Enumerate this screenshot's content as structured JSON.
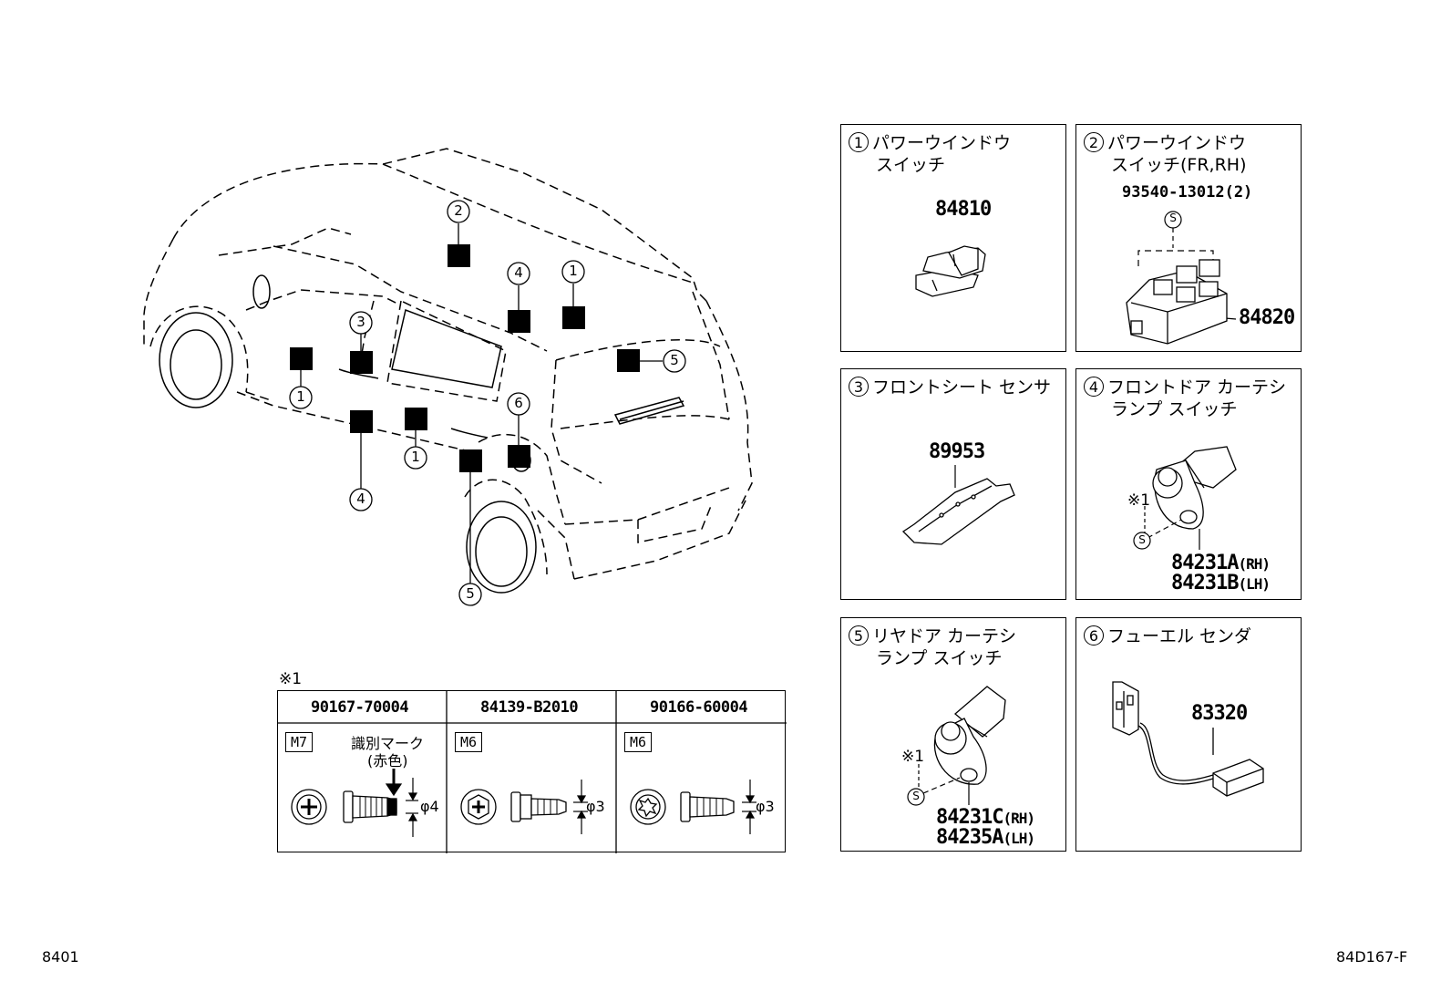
{
  "diagram": {
    "code_left": "8401",
    "code_right": "84D167-F",
    "callout_numbers": [
      "1",
      "2",
      "3",
      "4",
      "5",
      "6"
    ],
    "note_mark": "※1",
    "panels": [
      {
        "num": "1",
        "title_line1": "パワーウインドウ",
        "title_line2": "スイッチ",
        "part_number": "84810"
      },
      {
        "num": "2",
        "title_line1": "パワーウインドウ",
        "title_line2": "スイッチ(FR,RH)",
        "screw_number": "93540-13012(2)",
        "part_number": "84820"
      },
      {
        "num": "3",
        "title_line1": "フロントシート センサ",
        "title_line2": "",
        "part_number": "89953"
      },
      {
        "num": "4",
        "title_line1": "フロントドア カーテシ",
        "title_line2": "ランプ スイッチ",
        "part_number_1": "84231A",
        "suffix_1": "(RH)",
        "part_number_2": "84231B",
        "suffix_2": "(LH)"
      },
      {
        "num": "5",
        "title_line1": "リヤドア カーテシ",
        "title_line2": "ランプ スイッチ",
        "part_number_1": "84231C",
        "suffix_1": "(RH)",
        "part_number_2": "84235A",
        "suffix_2": "(LH)"
      },
      {
        "num": "6",
        "title_line1": "フューエル センダ",
        "title_line2": "",
        "part_number": "83320"
      }
    ],
    "screw_symbol": "S",
    "fastener_table": {
      "note": "※1",
      "columns": [
        {
          "header": "90167-70004",
          "size": "M7",
          "mark_label_1": "識別マーク",
          "mark_label_2": "(赤色)",
          "dia": "φ4"
        },
        {
          "header": "84139-B2010",
          "size": "M6",
          "dia": "φ3"
        },
        {
          "header": "90166-60004",
          "size": "M6",
          "dia": "φ3"
        }
      ]
    }
  }
}
